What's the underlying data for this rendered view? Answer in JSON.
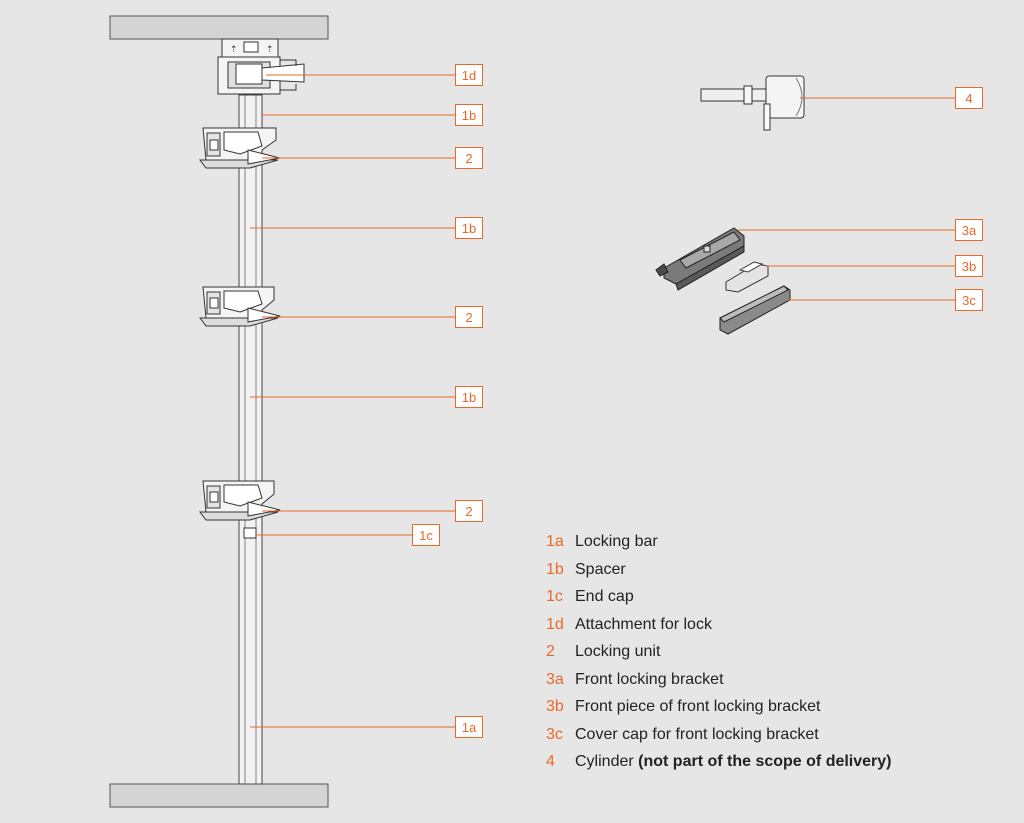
{
  "callouts": [
    {
      "id": "1d",
      "label": "1d"
    },
    {
      "id": "1b-top",
      "label": "1b"
    },
    {
      "id": "2-top",
      "label": "2"
    },
    {
      "id": "1b-upper",
      "label": "1b"
    },
    {
      "id": "2-mid",
      "label": "2"
    },
    {
      "id": "1b-lower",
      "label": "1b"
    },
    {
      "id": "2-bottom",
      "label": "2"
    },
    {
      "id": "1c",
      "label": "1c"
    },
    {
      "id": "1a",
      "label": "1a"
    },
    {
      "id": "4",
      "label": "4"
    },
    {
      "id": "3a",
      "label": "3a"
    },
    {
      "id": "3b",
      "label": "3b"
    },
    {
      "id": "3c",
      "label": "3c"
    }
  ],
  "legend": [
    {
      "code": "1a",
      "text": "Locking bar"
    },
    {
      "code": "1b",
      "text": "Spacer"
    },
    {
      "code": "1c",
      "text": "End cap"
    },
    {
      "code": "1d",
      "text": "Attachment for lock"
    },
    {
      "code": "2",
      "text": "Locking unit"
    },
    {
      "code": "3a",
      "text": "Front locking bracket"
    },
    {
      "code": "3b",
      "text": "Front piece of front locking bracket"
    },
    {
      "code": "3c",
      "text": "Cover cap for front locking bracket"
    },
    {
      "code": "4",
      "text": "Cylinder",
      "emphasis": "(not part of the scope of delivery)"
    }
  ],
  "colors": {
    "accent": "#e8692a",
    "background": "#e6e6e6",
    "line_art": "#3a3a3a",
    "panel": "#d4d4d4"
  }
}
